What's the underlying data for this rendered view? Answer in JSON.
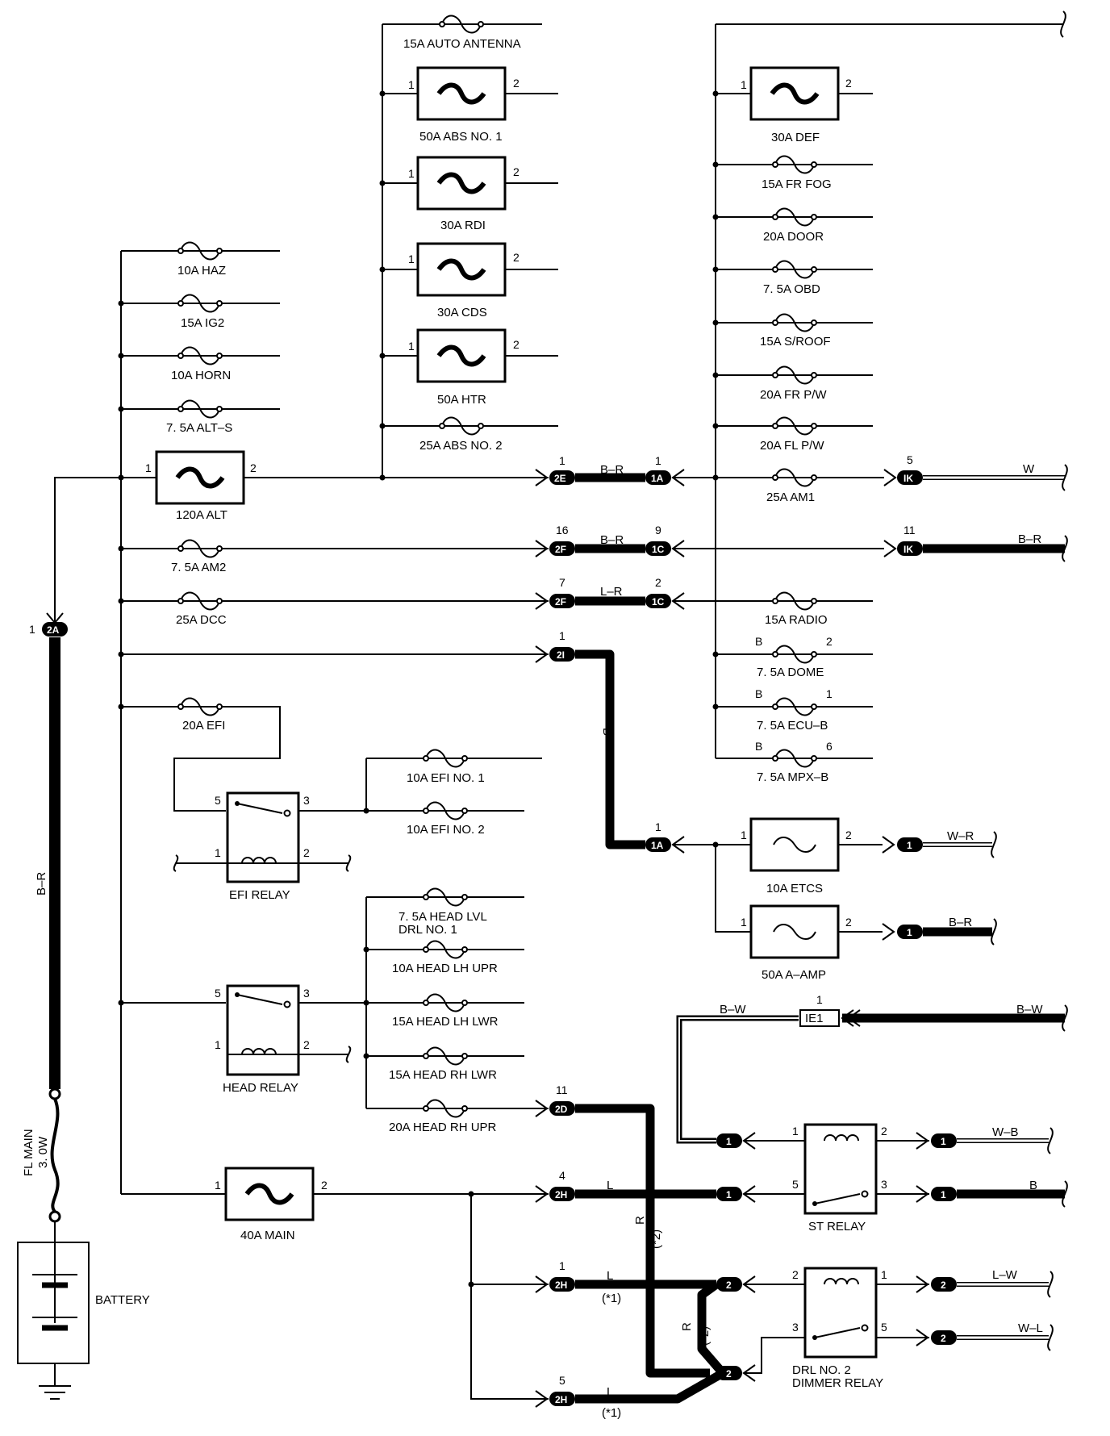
{
  "fuses": {
    "auto_antenna": "15A AUTO ANTENNA",
    "abs_no1": "50A ABS NO. 1",
    "rdi": "30A RDI",
    "cds": "30A CDS",
    "htr": "50A HTR",
    "abs_no2": "25A ABS NO. 2",
    "haz": "10A HAZ",
    "ig2": "15A IG2",
    "horn": "10A HORN",
    "alt_s": "7. 5A ALT–S",
    "alt": "120A ALT",
    "am2": "7. 5A AM2",
    "dcc": "25A DCC",
    "efi": "20A EFI",
    "efi_no1": "10A EFI NO. 1",
    "efi_no2": "10A EFI NO. 2",
    "head_lvl": "7. 5A HEAD LVL",
    "drl_no1": "DRL NO. 1",
    "head_lh_upr": "10A HEAD LH UPR",
    "head_lh_lwr": "15A HEAD LH LWR",
    "head_rh_lwr": "15A HEAD RH LWR",
    "head_rh_upr": "20A HEAD RH UPR",
    "main": "40A MAIN",
    "def": "30A DEF",
    "fr_fog": "15A FR FOG",
    "door": "20A DOOR",
    "obd": "7. 5A OBD",
    "sroof": "15A S/ROOF",
    "fr_pw": "20A FR P/W",
    "fl_pw": "20A FL P/W",
    "am1": "25A AM1",
    "radio": "15A RADIO",
    "dome": "7. 5A DOME",
    "ecu_b": "7. 5A ECU–B",
    "mpx_b": "7. 5A MPX–B",
    "etcs": "10A ETCS",
    "a_amp": "50A A–AMP"
  },
  "relays": {
    "efi": "EFI RELAY",
    "head": "HEAD RELAY",
    "st": "ST RELAY",
    "drl2": "DRL NO. 2",
    "dimmer": "DIMMER RELAY"
  },
  "battery": "BATTERY",
  "fl_main": "FL MAIN",
  "fl_main_rating": "3. 0W",
  "connectors": {
    "c2A": "2A",
    "c2E": "2E",
    "c1A": "1A",
    "cIK": "IK",
    "c2F": "2F",
    "c1C": "1C",
    "c2I": "2I",
    "c2D": "2D",
    "c2H": "2H",
    "cIE1": "IE1",
    "c1": "1",
    "c2": "2"
  },
  "wires": {
    "b_r": "B–R",
    "w": "W",
    "l_r": "L–R",
    "b": "B",
    "w_r": "W–R",
    "b_w": "B–W",
    "w_b": "W–B",
    "l": "L",
    "r": "R",
    "l_w": "L–W",
    "w_l": "W–L"
  },
  "notes": {
    "star1": "(*1)",
    "star2": "(*2)"
  },
  "pins": {
    "p1": "1",
    "p2": "2",
    "p3": "3",
    "p4": "4",
    "p5": "5",
    "p6": "6",
    "p7": "7",
    "p9": "9",
    "p11": "11",
    "p16": "16",
    "pB": "B"
  }
}
